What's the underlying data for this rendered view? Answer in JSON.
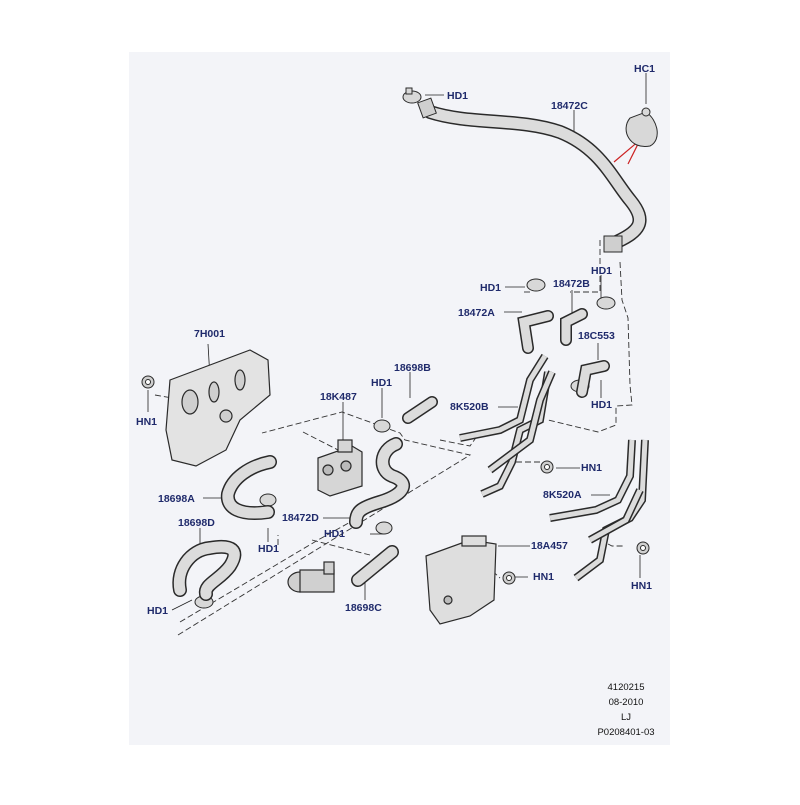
{
  "diagram": {
    "colors": {
      "panel": "#f3f4f8",
      "label": "#1f2a6b",
      "part_fill": "#e0e0e0",
      "part_stroke": "#2a2a2a",
      "callout": "#cc2222"
    },
    "labels": {
      "HC1": "HC1",
      "HD1_top": "HD1",
      "c18472C": "18472C",
      "HD1_a": "HD1",
      "c18472B": "18472B",
      "HD1_b": "HD1",
      "c18472A": "18472A",
      "c18C553": "18C553",
      "HD1_c": "HD1",
      "c7H001": "7H001",
      "c18698B": "18698B",
      "HD1_d": "HD1",
      "c18K487": "18K487",
      "HN1_a": "HN1",
      "c8K520B": "8K520B",
      "HN1_b": "HN1",
      "c18698A": "18698A",
      "c8K520A": "8K520A",
      "c18698D": "18698D",
      "c18472D": "18472D",
      "HD1_e": "HD1",
      "HD1_f": "HD1",
      "c18A457": "18A457",
      "HN1_c": "HN1",
      "HN1_d": "HN1",
      "HD1_g": "HD1",
      "c18698C": "18698C"
    },
    "reference": {
      "number": "4120215",
      "date": "08-2010",
      "initials": "LJ",
      "code": "P0208401-03"
    }
  }
}
